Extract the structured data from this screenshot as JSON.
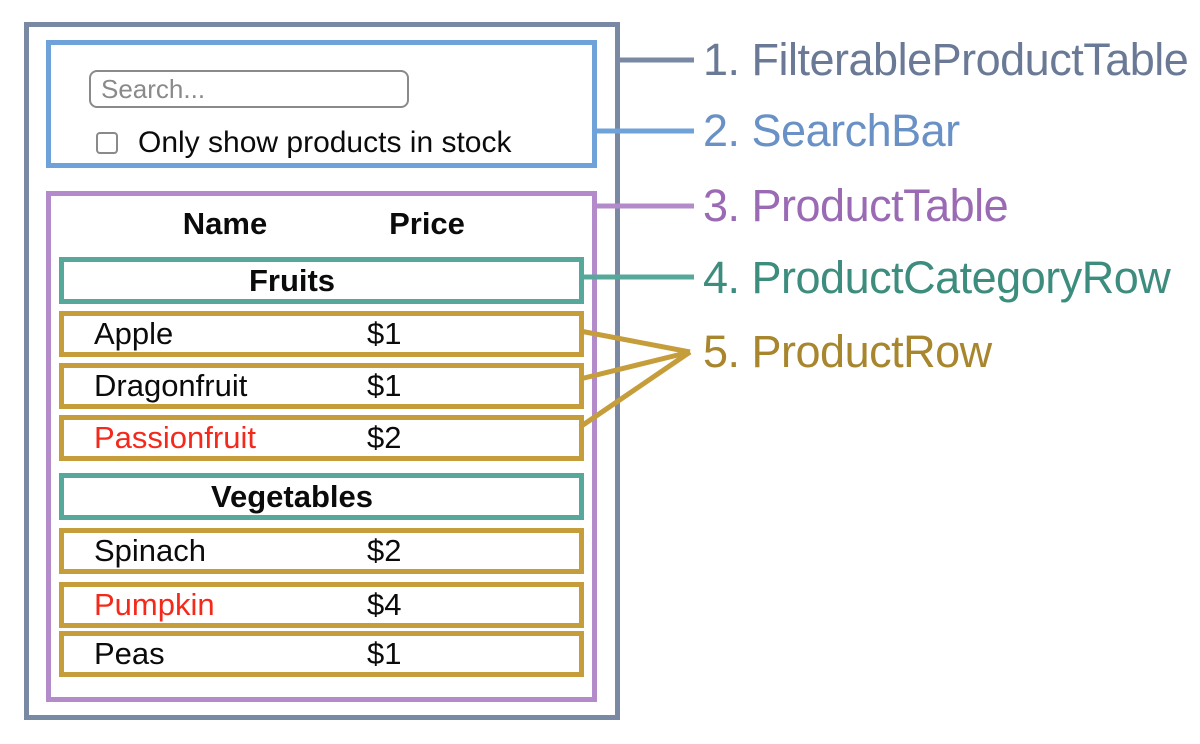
{
  "colors": {
    "filterable_product_table_border": "#7a89a3",
    "filterable_product_table_label": "#6a7a96",
    "search_bar_border": "#6fa2d8",
    "search_bar_label": "#6991c6",
    "product_table_border": "#b38bca",
    "product_table_label": "#9a6ab4",
    "product_category_row_border": "#55a89a",
    "product_category_row_label": "#3d8d7f",
    "product_row_border": "#c69d3b",
    "product_row_label": "#a8862e",
    "out_of_stock_text": "#f5291b",
    "body_text": "#0b0b0b",
    "input_border": "#8a8a8a"
  },
  "legend": [
    {
      "text": "1. FilterableProductTable"
    },
    {
      "text": "2. SearchBar"
    },
    {
      "text": "3. ProductTable"
    },
    {
      "text": "4. ProductCategoryRow"
    },
    {
      "text": "5. ProductRow"
    }
  ],
  "search_bar": {
    "placeholder": "Search...",
    "checkbox_label": "Only show products in stock",
    "checkbox_checked": false
  },
  "table": {
    "headers": [
      "Name",
      "Price"
    ],
    "sections": [
      {
        "category": "Fruits",
        "rows": [
          {
            "name": "Apple",
            "price": "$1"
          },
          {
            "name": "Dragonfruit",
            "price": "$1"
          },
          {
            "name": "Passionfruit",
            "price": "$2"
          }
        ]
      },
      {
        "category": "Vegetables",
        "rows": [
          {
            "name": "Spinach",
            "price": "$2"
          },
          {
            "name": "Pumpkin",
            "price": "$4"
          },
          {
            "name": "Peas",
            "price": "$1"
          }
        ]
      }
    ]
  }
}
